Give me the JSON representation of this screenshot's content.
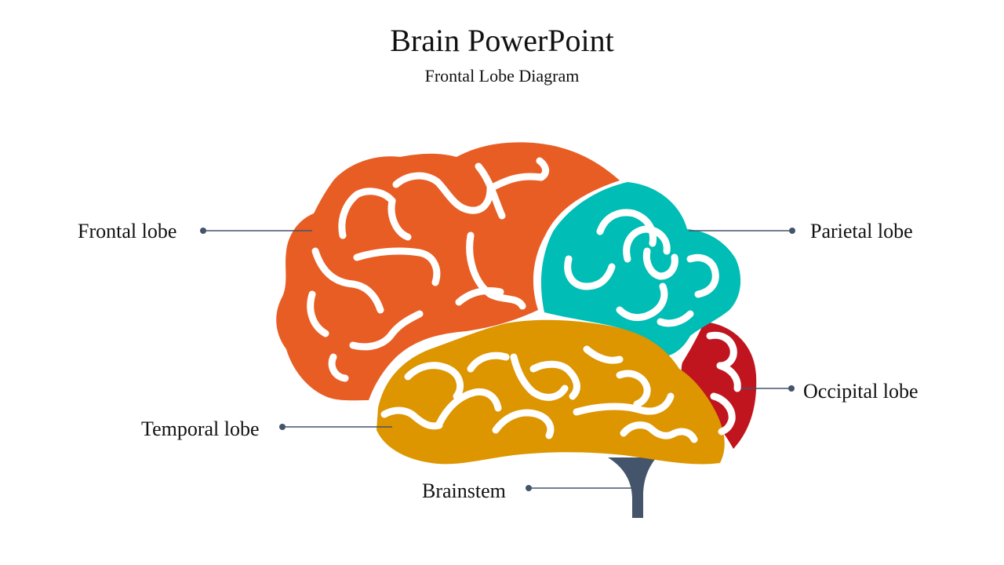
{
  "slide": {
    "title": "Brain PowerPoint",
    "subtitle": "Frontal Lobe Diagram"
  },
  "labels": {
    "frontal": "Frontal lobe",
    "parietal": "Parietal lobe",
    "occipital": "Occipital lobe",
    "temporal": "Temporal lobe",
    "brainstem": "Brainstem"
  },
  "colors": {
    "frontal": "#E85D24",
    "parietal": "#00BDB5",
    "occipital": "#C0141E",
    "temporal": "#DD9500",
    "brainstem": "#44546A",
    "leader": "#44546A"
  }
}
